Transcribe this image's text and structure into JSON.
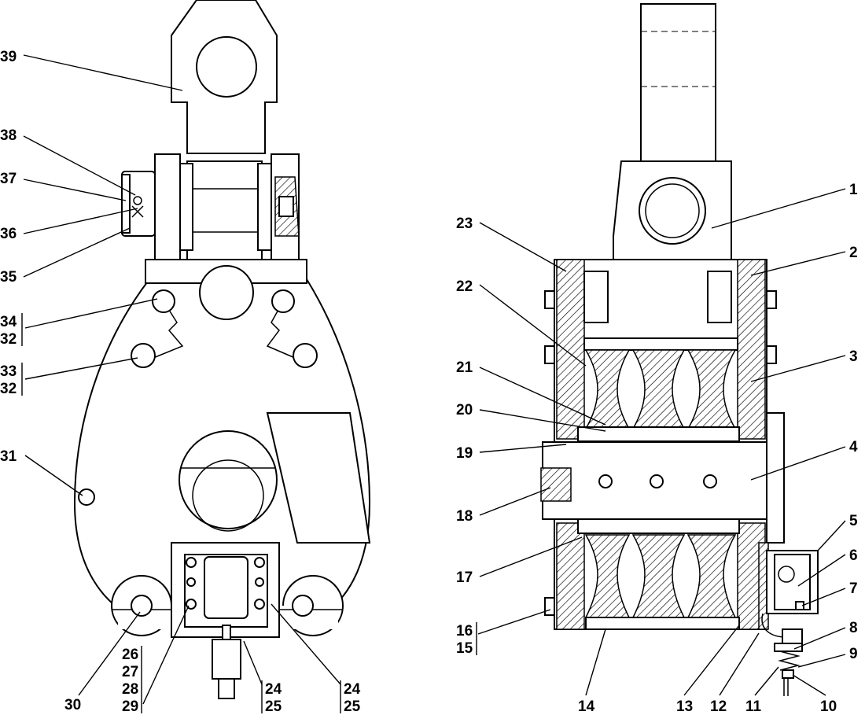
{
  "figure": {
    "left_view_labels": [
      {
        "id": "l39",
        "lines": [
          "39"
        ]
      },
      {
        "id": "l38",
        "lines": [
          "38"
        ]
      },
      {
        "id": "l37",
        "lines": [
          "37"
        ]
      },
      {
        "id": "l36",
        "lines": [
          "36"
        ]
      },
      {
        "id": "l35",
        "lines": [
          "35"
        ]
      },
      {
        "id": "l34",
        "lines": [
          "34",
          "32"
        ]
      },
      {
        "id": "l33",
        "lines": [
          "33",
          "32"
        ]
      },
      {
        "id": "l31",
        "lines": [
          "31"
        ]
      },
      {
        "id": "l30",
        "lines": [
          "30"
        ]
      },
      {
        "id": "l26",
        "lines": [
          "26",
          "27",
          "28",
          "29"
        ]
      },
      {
        "id": "l24a",
        "lines": [
          "24",
          "25"
        ]
      },
      {
        "id": "l24b",
        "lines": [
          "24",
          "25"
        ]
      }
    ],
    "right_view_labels": [
      {
        "id": "r1",
        "lines": [
          "1"
        ]
      },
      {
        "id": "r2",
        "lines": [
          "2"
        ]
      },
      {
        "id": "r3",
        "lines": [
          "3"
        ]
      },
      {
        "id": "r4",
        "lines": [
          "4"
        ]
      },
      {
        "id": "r5",
        "lines": [
          "5"
        ]
      },
      {
        "id": "r6",
        "lines": [
          "6"
        ]
      },
      {
        "id": "r7",
        "lines": [
          "7"
        ]
      },
      {
        "id": "r8",
        "lines": [
          "8"
        ]
      },
      {
        "id": "r9",
        "lines": [
          "9"
        ]
      },
      {
        "id": "r10",
        "lines": [
          "10"
        ]
      },
      {
        "id": "r11",
        "lines": [
          "11"
        ]
      },
      {
        "id": "r12",
        "lines": [
          "12"
        ]
      },
      {
        "id": "r13",
        "lines": [
          "13"
        ]
      },
      {
        "id": "r14",
        "lines": [
          "14"
        ]
      },
      {
        "id": "r16",
        "lines": [
          "16",
          "15"
        ]
      },
      {
        "id": "r17",
        "lines": [
          "17"
        ]
      },
      {
        "id": "r18",
        "lines": [
          "18"
        ]
      },
      {
        "id": "r19",
        "lines": [
          "19"
        ]
      },
      {
        "id": "r20",
        "lines": [
          "20"
        ]
      },
      {
        "id": "r21",
        "lines": [
          "21"
        ]
      },
      {
        "id": "r22",
        "lines": [
          "22"
        ]
      },
      {
        "id": "r23",
        "lines": [
          "23"
        ]
      }
    ]
  }
}
